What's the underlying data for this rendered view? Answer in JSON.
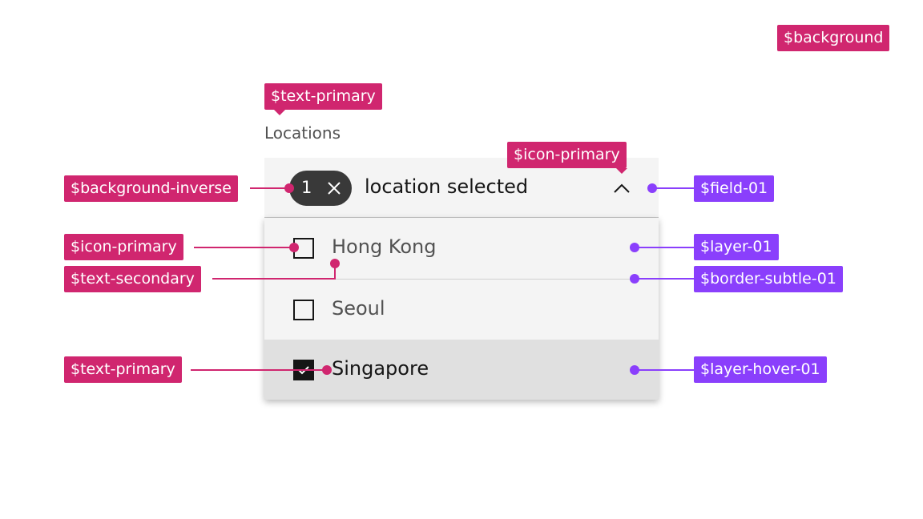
{
  "field": {
    "label": "Locations",
    "chip_count": "1",
    "selection_text": "location selected"
  },
  "menu": {
    "items": [
      {
        "label": "Hong Kong",
        "checked": false
      },
      {
        "label": "Seoul",
        "checked": false
      },
      {
        "label": "Singapore",
        "checked": true
      }
    ]
  },
  "annotations": {
    "background": "$background",
    "text_primary_label": "$text-primary",
    "icon_primary_chevron": "$icon-primary",
    "background_inverse": "$background-inverse",
    "field_01": "$field-01",
    "icon_primary_checkbox": "$icon-primary",
    "layer_01": "$layer-01",
    "text_secondary": "$text-secondary",
    "border_subtle_01": "$border-subtle-01",
    "text_primary_item": "$text-primary",
    "layer_hover_01": "$layer-hover-01"
  },
  "colors": {
    "token_tag": "#d0266f",
    "component_tag": "#8a3ffc",
    "field": "#f4f4f4",
    "layer_hover": "#e0e0e0",
    "chip": "#393939",
    "text_primary": "#161616",
    "text_secondary": "#525252"
  }
}
